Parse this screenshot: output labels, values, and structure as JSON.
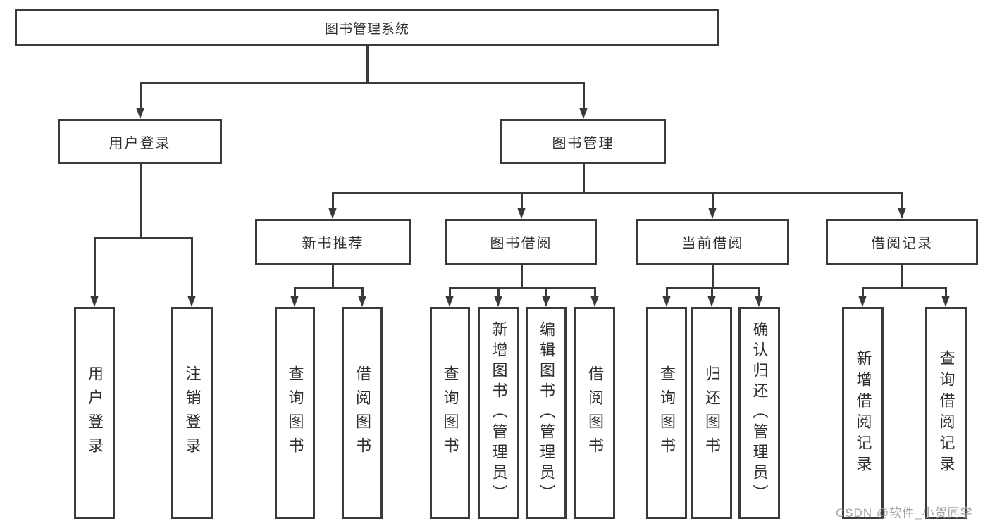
{
  "diagram": {
    "title": "图书管理系统",
    "root": {
      "label": "图书管理系统",
      "children": [
        {
          "label": "用户登录",
          "children": [
            {
              "label": "用户登录"
            },
            {
              "label": "注销登录"
            }
          ]
        },
        {
          "label": "图书管理",
          "children": [
            {
              "label": "新书推荐",
              "children": [
                {
                  "label": "查询图书"
                },
                {
                  "label": "借阅图书"
                }
              ]
            },
            {
              "label": "图书借阅",
              "children": [
                {
                  "label": "查询图书"
                },
                {
                  "label": "新增图书（管理员）"
                },
                {
                  "label": "编辑图书（管理员）"
                },
                {
                  "label": "借阅图书"
                }
              ]
            },
            {
              "label": "当前借阅",
              "children": [
                {
                  "label": "查询图书"
                },
                {
                  "label": "归还图书"
                },
                {
                  "label": "确认归还（管理员）"
                }
              ]
            },
            {
              "label": "借阅记录",
              "children": [
                {
                  "label": "新增借阅记录"
                },
                {
                  "label": "查询借阅记录"
                }
              ]
            }
          ]
        }
      ]
    }
  },
  "watermark": {
    "text": "CSDN @软件_小贺同学"
  },
  "colors": {
    "line": "#3a3a3a",
    "text": "#2f2f2f",
    "background": "#ffffff",
    "watermark": "#9a9a9a"
  }
}
